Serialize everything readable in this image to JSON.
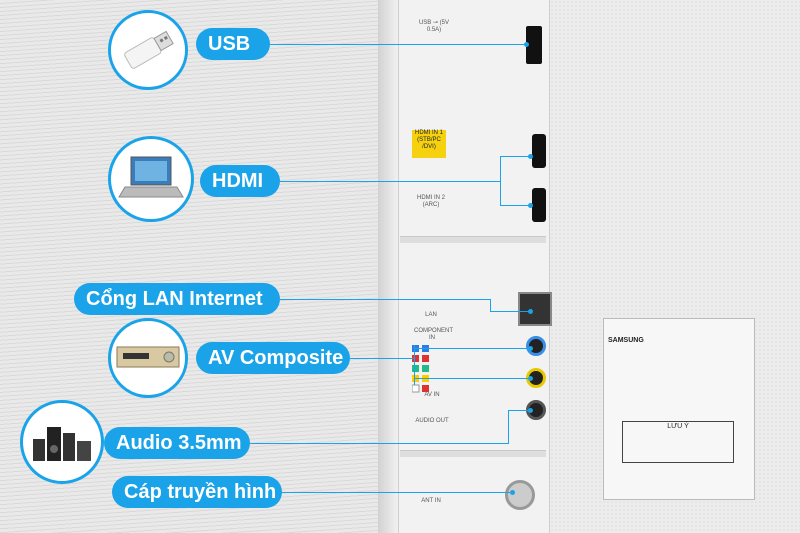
{
  "callouts": {
    "usb": "USB",
    "hdmi": "HDMI",
    "lan": "Cổng LAN Internet",
    "av": "AV Composite",
    "audio": "Audio 3.5mm",
    "cable": "Cáp truyền hình"
  },
  "panel_labels": {
    "usb_label": "USB ⊸ (5V 0.5A)",
    "hdmi1": "HDMI IN 1 (STB/PC /DVI)",
    "hdmi2": "HDMI IN 2 (ARC)",
    "lan": "LAN",
    "component": "COMPONENT IN",
    "av_in": "AV IN",
    "audio_out": "AUDIO OUT",
    "ant_in": "ANT IN"
  },
  "sticker": {
    "brand": "SAMSUNG",
    "warning": "LƯU Ý"
  },
  "colors": {
    "accent": "#1aa3e8"
  }
}
